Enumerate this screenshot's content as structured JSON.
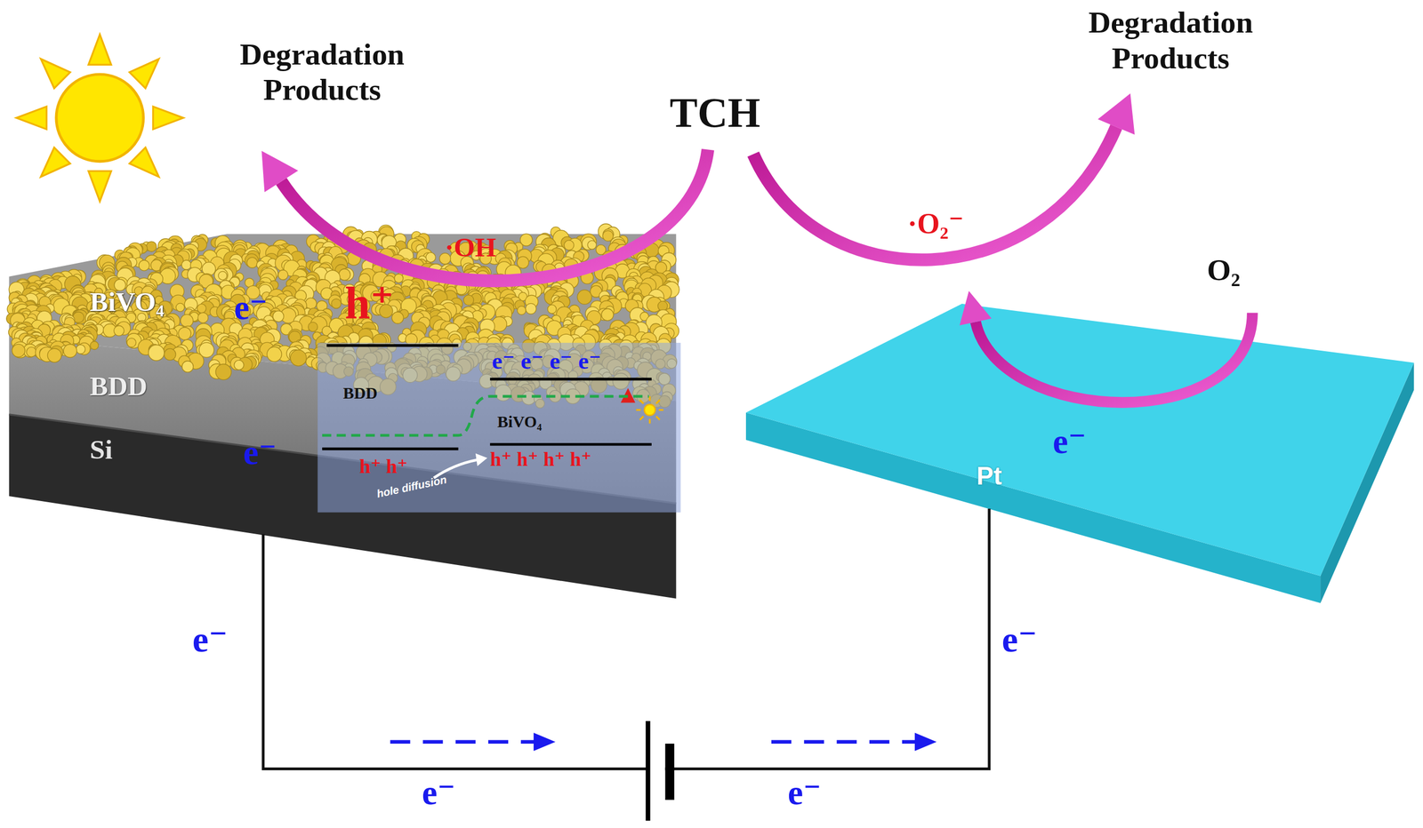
{
  "diagram": {
    "nodes": [
      {
        "text": [
          "BiVO₄"
        ]
      },
      {
        "text": [
          "BDD"
        ]
      },
      {
        "text": [
          "Si"
        ]
      },
      {
        "text": [
          "BDD",
          "BiVO₄",
          "e⁻ e⁻ e⁻ e⁻",
          "h⁺ h⁺",
          "h⁺ h⁺ h⁺ h⁺",
          "hole diffusion"
        ]
      },
      {
        "text": [
          "Pt"
        ]
      }
    ],
    "edges": [
      {
        "from": 2,
        "to": 4,
        "arrow": "none"
      }
    ],
    "labels": [
      "Degradation Products",
      "TCH",
      "Degradation Products",
      "·OH",
      "h⁺",
      "e⁻",
      "e⁻",
      "·O₂⁻",
      "O₂",
      "e⁻",
      "e⁻",
      "e⁻",
      "e⁻",
      "e⁻"
    ]
  }
}
